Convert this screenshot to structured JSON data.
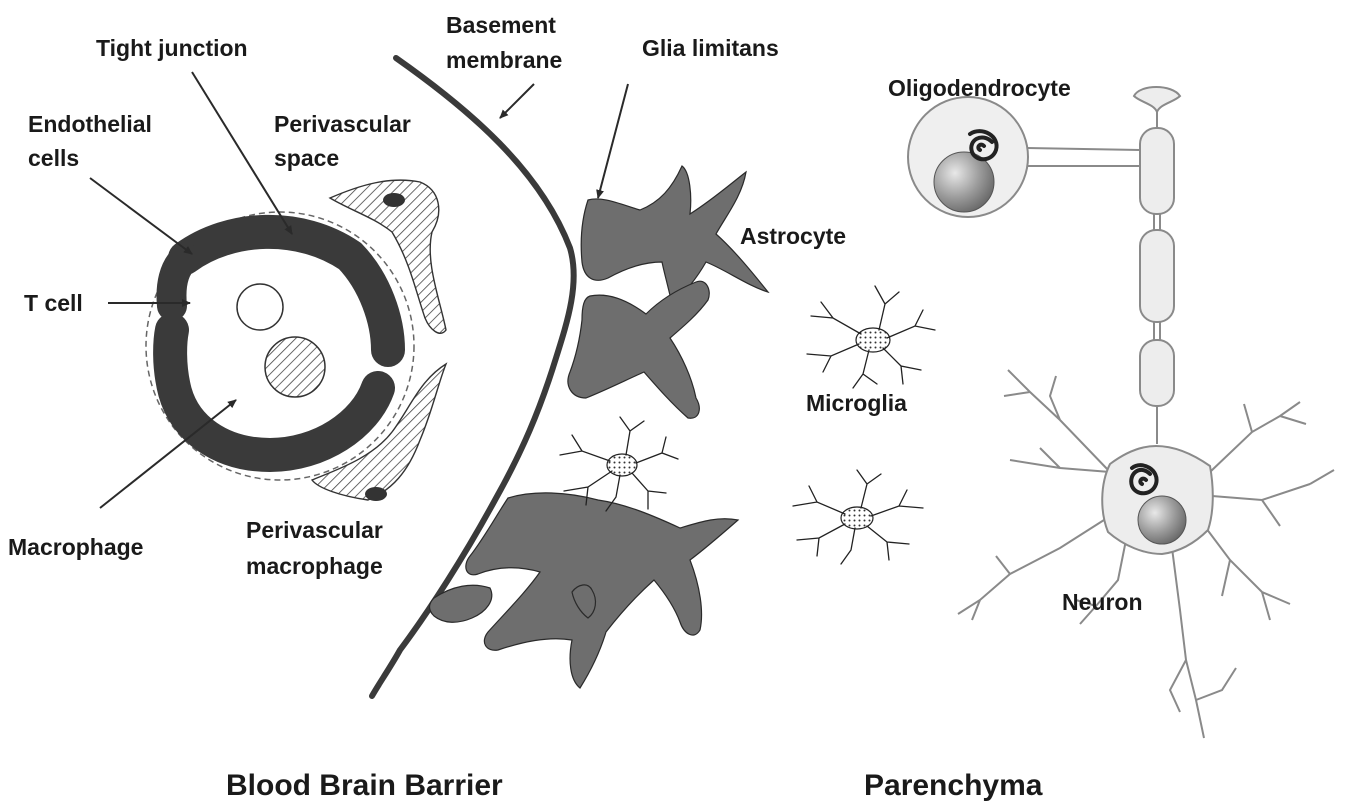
{
  "labels": {
    "basement_membrane_line1": "Basement",
    "basement_membrane_line2": "membrane",
    "tight_junction": "Tight junction",
    "glia_limitans": "Glia limitans",
    "oligodendrocyte": "Oligodendrocyte",
    "endothelial_line1": "Endothelial",
    "endothelial_line2": "cells",
    "perivascular_space_line1": "Perivascular",
    "perivascular_space_line2": "space",
    "astrocyte": "Astrocyte",
    "t_cell": "T cell",
    "microglia": "Microglia",
    "macrophage": "Macrophage",
    "perivascular_macrophage_line1": "Perivascular",
    "perivascular_macrophage_line2": "macrophage",
    "neuron": "Neuron"
  },
  "section_titles": {
    "left": "Blood Brain Barrier",
    "right": "Parenchyma"
  },
  "colors": {
    "endothelium": "#3a3a3a",
    "astrocyte": "#6e6e6e",
    "neuron_fill": "#ededed",
    "nucleus": "#8c8c8c",
    "text": "#1a1a1a"
  }
}
